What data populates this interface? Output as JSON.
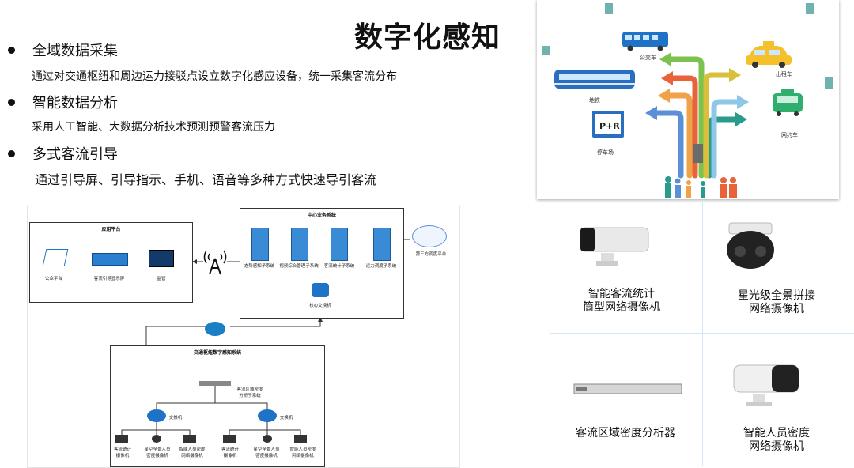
{
  "page": {
    "title": "数字化感知",
    "bullets": [
      {
        "heading": "全域数据采集",
        "desc": "通过对交通枢纽和周边运力接驳点设立数字化感应设备，统一采集客流分布"
      },
      {
        "heading": "智能数据分析",
        "desc": "采用人工智能、大数据分析技术预测预警客流压力"
      },
      {
        "heading": "多式客流引导",
        "desc": "通过引导屏、引导指示、手机、语音等多种方式快速导引客流"
      }
    ]
  },
  "transport": {
    "labels": {
      "bus": "公交车",
      "taxi": "出租车",
      "metro": "地铁",
      "ride_hailing": "网约车",
      "parking": "停车场",
      "parking_sign": "P+R"
    },
    "arrow_colors": [
      "#5b8fd6",
      "#f0a24a",
      "#e8633a",
      "#7cc24f",
      "#2a9a8c",
      "#d9bf3a",
      "#8ec7e8"
    ]
  },
  "diagram": {
    "app_platform": {
      "title": "应用平台",
      "items": [
        "公众平台",
        "客流引导显示屏",
        "监管"
      ]
    },
    "center": {
      "title": "中心业务系统",
      "servers": [
        "态势感知子系统",
        "视频综合管理子系统",
        "客流统计子系统",
        "运力调度子系统"
      ],
      "switch": "核心交换机",
      "third_party": "第三方调度平台"
    },
    "perception": {
      "title": "交通枢纽数字感知系统",
      "analyzer": [
        "客流区域密度",
        "分析子系统"
      ],
      "switch_label": "交换机",
      "cameras": [
        "客流统计",
        "摄像机",
        "星空全景人员",
        "密度摄像机",
        "智能人员密度",
        "网络摄像机"
      ]
    }
  },
  "products": [
    {
      "line1": "智能客流统计",
      "line2": "筒型网络摄像机"
    },
    {
      "line1": "星光级全景拼接",
      "line2": "网络摄像机"
    },
    {
      "line1": "客流区域密度分析器",
      "line2": ""
    },
    {
      "line1": "智能人员密度",
      "line2": "网络摄像机"
    }
  ]
}
